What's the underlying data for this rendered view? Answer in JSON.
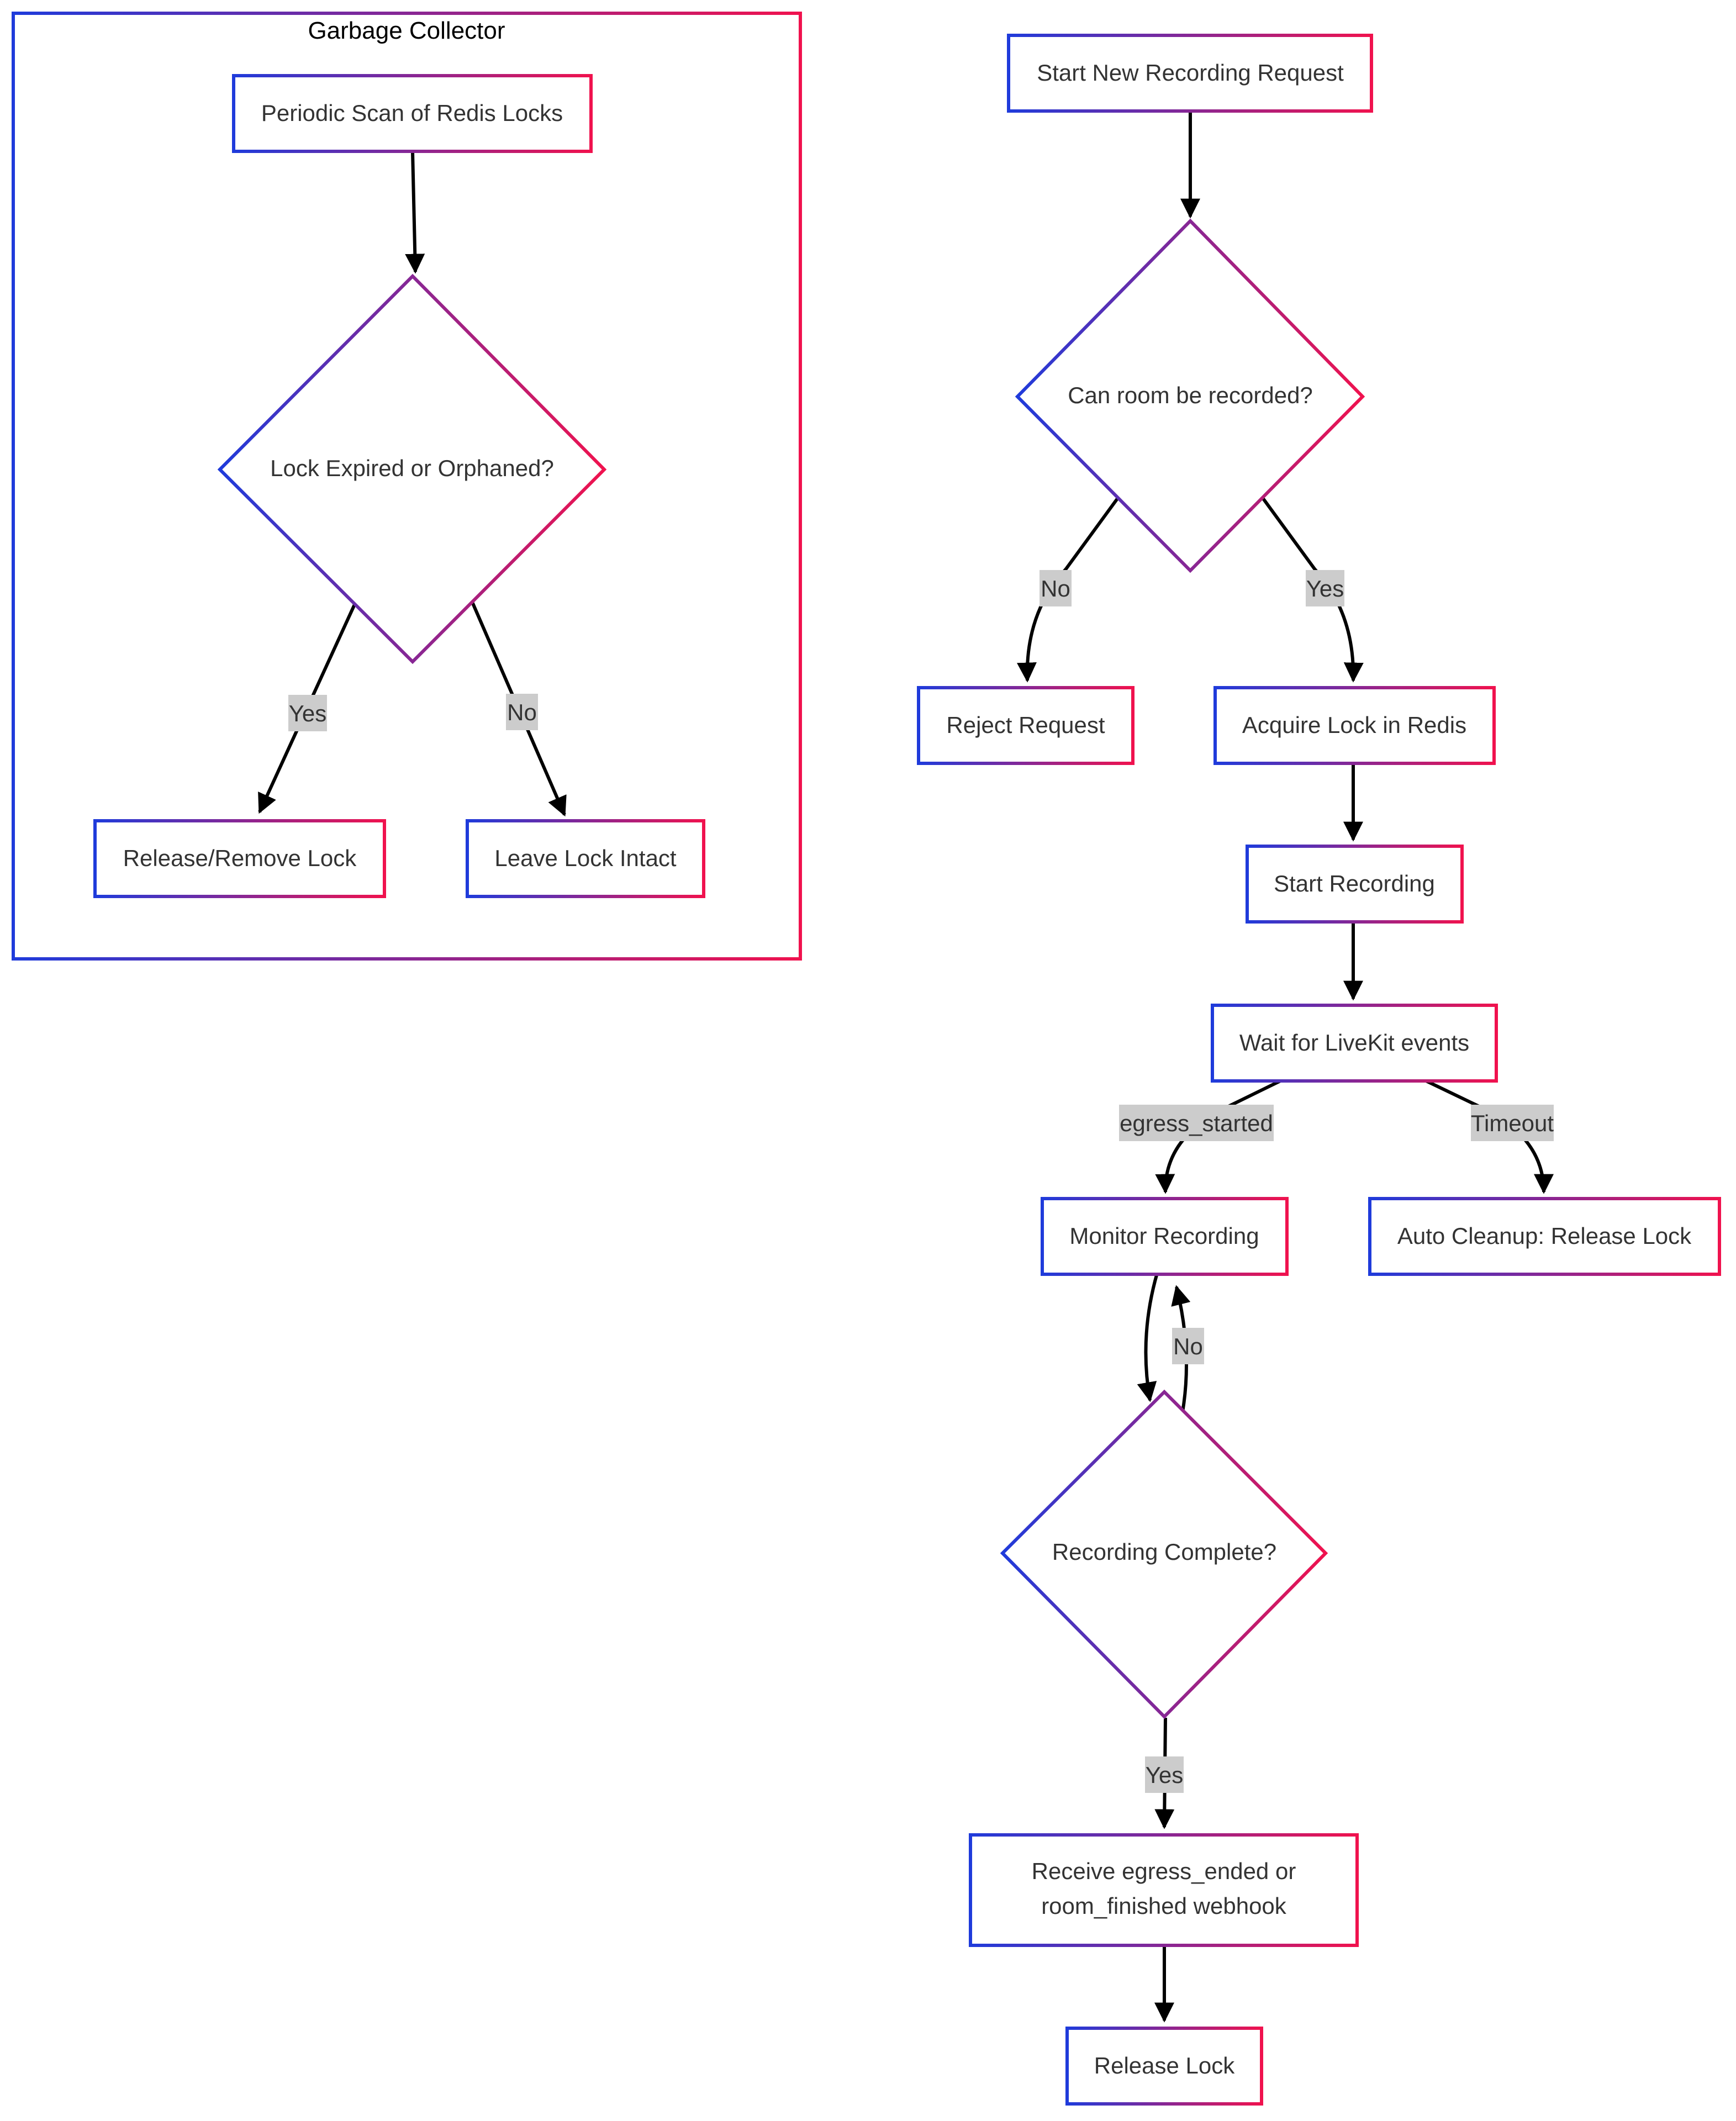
{
  "colors": {
    "gradient_start": "#1f3bdb",
    "gradient_end": "#f0124e",
    "edge": "#000000",
    "label_background": "#cccccc",
    "text": "#333333"
  },
  "cluster": {
    "title": "Garbage Collector"
  },
  "nodes": {
    "periodic_scan": "Periodic Scan of Redis Locks",
    "lock_expired": "Lock Expired or Orphaned?",
    "release_remove": "Release/Remove Lock",
    "leave_intact": "Leave Lock Intact",
    "start_request": "Start New Recording Request",
    "can_record": "Can room be recorded?",
    "reject": "Reject Request",
    "acquire": "Acquire Lock in Redis",
    "start_recording": "Start Recording",
    "wait_events": "Wait for LiveKit events",
    "monitor": "Monitor Recording",
    "auto_cleanup": "Auto Cleanup: Release Lock",
    "recording_complete": "Recording Complete?",
    "receive_webhook_line1": "Receive egress_ended or",
    "receive_webhook_line2": "room_finished webhook",
    "release_lock": "Release Lock"
  },
  "edge_labels": {
    "gc_yes": "Yes",
    "gc_no": "No",
    "can_no": "No",
    "can_yes": "Yes",
    "egress_started": "egress_started",
    "timeout": "Timeout",
    "complete_no": "No",
    "complete_yes": "Yes"
  }
}
